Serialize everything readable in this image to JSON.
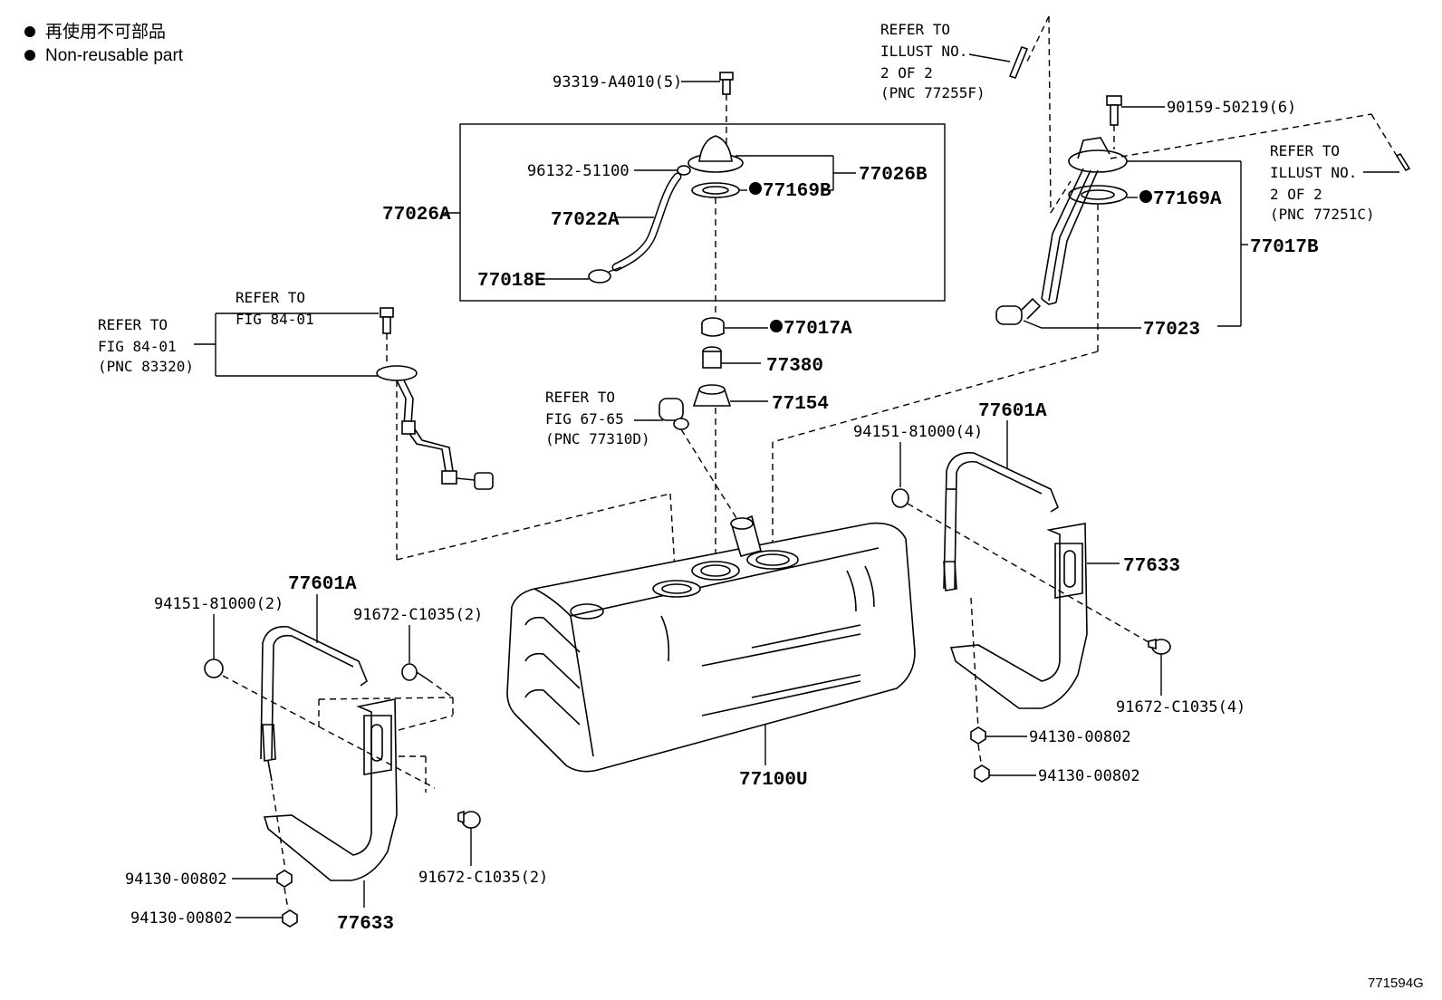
{
  "legend": {
    "items": [
      {
        "text": "再使用不可部品"
      },
      {
        "text": "Non-reusable part"
      }
    ]
  },
  "diagram_id": "771594G",
  "refs": {
    "r1": [
      "REFER TO",
      "ILLUST NO.",
      "2 OF 2",
      "(PNC 77255F)"
    ],
    "r2": [
      "REFER TO",
      "ILLUST NO.",
      "2 OF 2",
      "(PNC 77251C)"
    ],
    "r3": [
      "REFER TO",
      "FIG 84-01"
    ],
    "r4": [
      "REFER TO",
      "FIG 84-01",
      "(PNC 83320)"
    ],
    "r5": [
      "REFER TO",
      "FIG 67-65",
      "(PNC 77310D)"
    ]
  },
  "parts": {
    "p93319": "93319-A4010(5)",
    "p96132": "96132-51100",
    "p77026A": "77026A",
    "p77026B": "77026B",
    "p77169B": "77169B",
    "p77022A": "77022A",
    "p77018E": "77018E",
    "p77017A": "77017A",
    "p77380": "77380",
    "p77154": "77154",
    "p90159": "90159-50219(6)",
    "p77169A": "77169A",
    "p77017B": "77017B",
    "p77023": "77023",
    "p77601A_r": "77601A",
    "p94151_r": "94151-81000(4)",
    "p77633_r": "77633",
    "p91672_r": "91672-C1035(4)",
    "p94130_r1": "94130-00802",
    "p94130_r2": "94130-00802",
    "p77100U": "77100U",
    "p77601A_l": "77601A",
    "p94151_l": "94151-81000(2)",
    "p91672_l1": "91672-C1035(2)",
    "p91672_l2": "91672-C1035(2)",
    "p94130_l1": "94130-00802",
    "p94130_l2": "94130-00802",
    "p77633_l": "77633"
  }
}
